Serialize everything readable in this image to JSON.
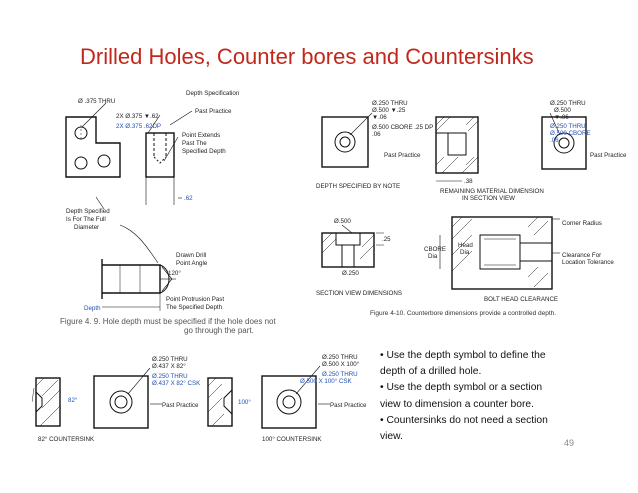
{
  "slide": {
    "title": "Drilled Holes, Counter bores and Countersinks",
    "page_number": "49"
  },
  "fig_left": {
    "labels": {
      "thru": "Ø .375 THRU",
      "depth_spec": "Depth Specification",
      "callout1": "2X Ø.375 ▼.62",
      "callout2": "2X Ø.375 .62DP",
      "past_practice": "Past Practice",
      "point_extends1": "Point Extends",
      "point_extends2": "Past The",
      "point_extends3": "Specified Depth",
      "dim_62": ".62",
      "full1": "Depth Specified",
      "full2": "Is For The Full",
      "full3": "Diameter",
      "drawn1": "Drawn Drill",
      "drawn2": "Point Angle",
      "angle": "120°",
      "protrusion1": "Point Protrusion Past",
      "protrusion2": "The Specified Depth",
      "depth": "Depth"
    },
    "caption": "Figure 4. 9. Hole depth must be specified if the hole does not",
    "caption2": "go through the part."
  },
  "fig_right": {
    "labels": {
      "a1": "Ø.250 THRU",
      "a2": "Ø.500 ▼.25",
      "a3": "▼.06",
      "a4": "Ø.500 CBORE .25 DP",
      "a5": ".06",
      "past1": "Past Practice",
      "b1": "Ø.250 THRU",
      "b2": "Ø.500",
      "b3": "▼.06",
      "b4": "Ø.250 THRU",
      "b5": "Ø.500 CBORE",
      "b6": ".06",
      "past2": "Past Practice",
      "dim38": ".38",
      "note": "DEPTH SPECIFIED BY NOTE",
      "remaining1": "REMAINING MATERIAL DIMENSION",
      "remaining2": "IN SECTION VIEW",
      "c1": "Ø.500",
      "c2": ".25",
      "c3": "Ø.250",
      "section": "SECTION VIEW DIMENSIONS",
      "corner": "Corner Radius",
      "head1": "Head",
      "head2": "Dia",
      "cbore": "CBORE",
      "dia": "Dia",
      "clear1": "Clearance For",
      "clear2": "Location Tolerance",
      "bolt": "BOLT HEAD CLEARANCE"
    },
    "caption": "Figure 4-10. Counterbore dimensions provide a controlled depth."
  },
  "fig_bottom": {
    "labels": {
      "s1": "Ø.250 THRU",
      "s2": "Ø.437 X 82°",
      "s3": "Ø.250 THRU",
      "s4": "Ø.437 X 82° CSK",
      "past1": "Past Practice",
      "ang82": "82°",
      "cs82": "82° COUNTERSINK",
      "t1": "Ø.250 THRU",
      "t2": "Ø.500 X 100°",
      "t3": "Ø.250 THRU",
      "t4": "Ø.500 X 100° CSK",
      "past2": "Past Practice",
      "ang100": "100°",
      "cs100": "100° COUNTERSINK"
    }
  },
  "bullets": [
    "• Use the depth symbol to define the",
    "depth of a drilled hole.",
    "• Use the depth symbol or a section",
    "view to dimension a counter bore.",
    "• Countersinks do not need a section",
    "view."
  ]
}
